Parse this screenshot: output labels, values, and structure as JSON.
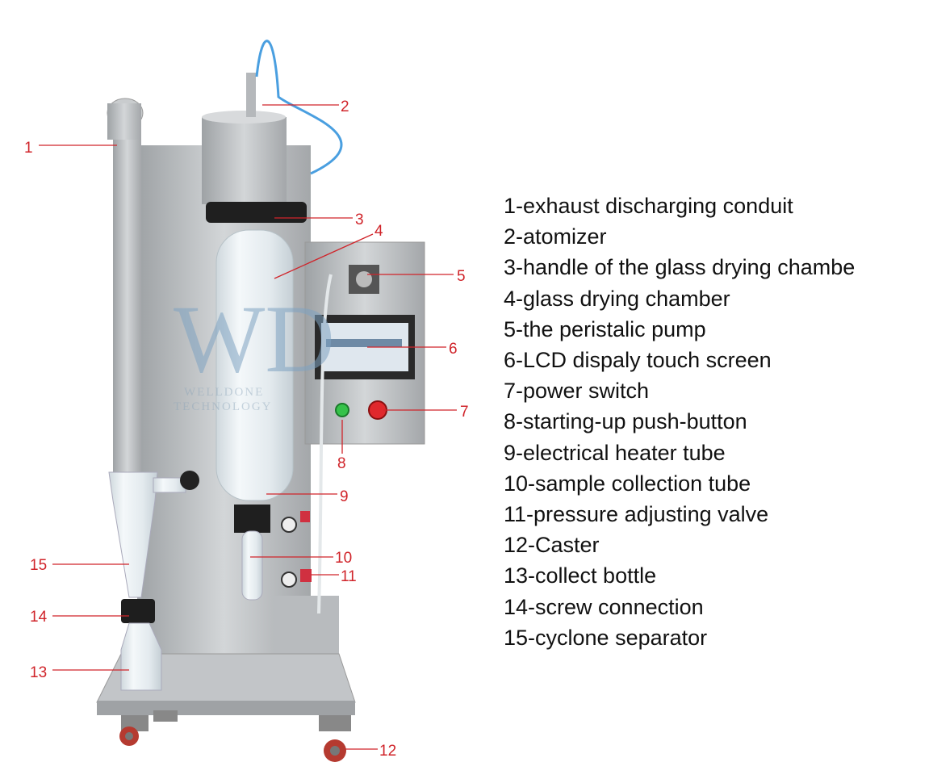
{
  "watermark": {
    "line1": "WELLDONE",
    "line2": "TECHNOLOGY",
    "monogram": "WD"
  },
  "colors": {
    "callout": "#d0242a",
    "steel": "#b9bcbf",
    "glass": "#e6eef2",
    "tube": "#4a9fe0",
    "start_button": "#36c24a",
    "power_switch": "#e0282c"
  },
  "callouts": [
    "1",
    "2",
    "3",
    "4",
    "5",
    "6",
    "7",
    "8",
    "9",
    "10",
    "11",
    "12",
    "13",
    "14",
    "15"
  ],
  "legend": [
    "1-exhaust discharging conduit",
    "2-atomizer",
    "3-handle of the glass drying chambe",
    "4-glass drying chamber",
    "5-the peristalic pump",
    "6-LCD dispaly touch screen",
    "7-power switch",
    "8-starting-up push-button",
    "9-electrical heater tube",
    "10-sample collection tube",
    "11-pressure adjusting valve",
    "12-Caster",
    "13-collect bottle",
    "14-screw connection",
    "15-cyclone separator"
  ]
}
